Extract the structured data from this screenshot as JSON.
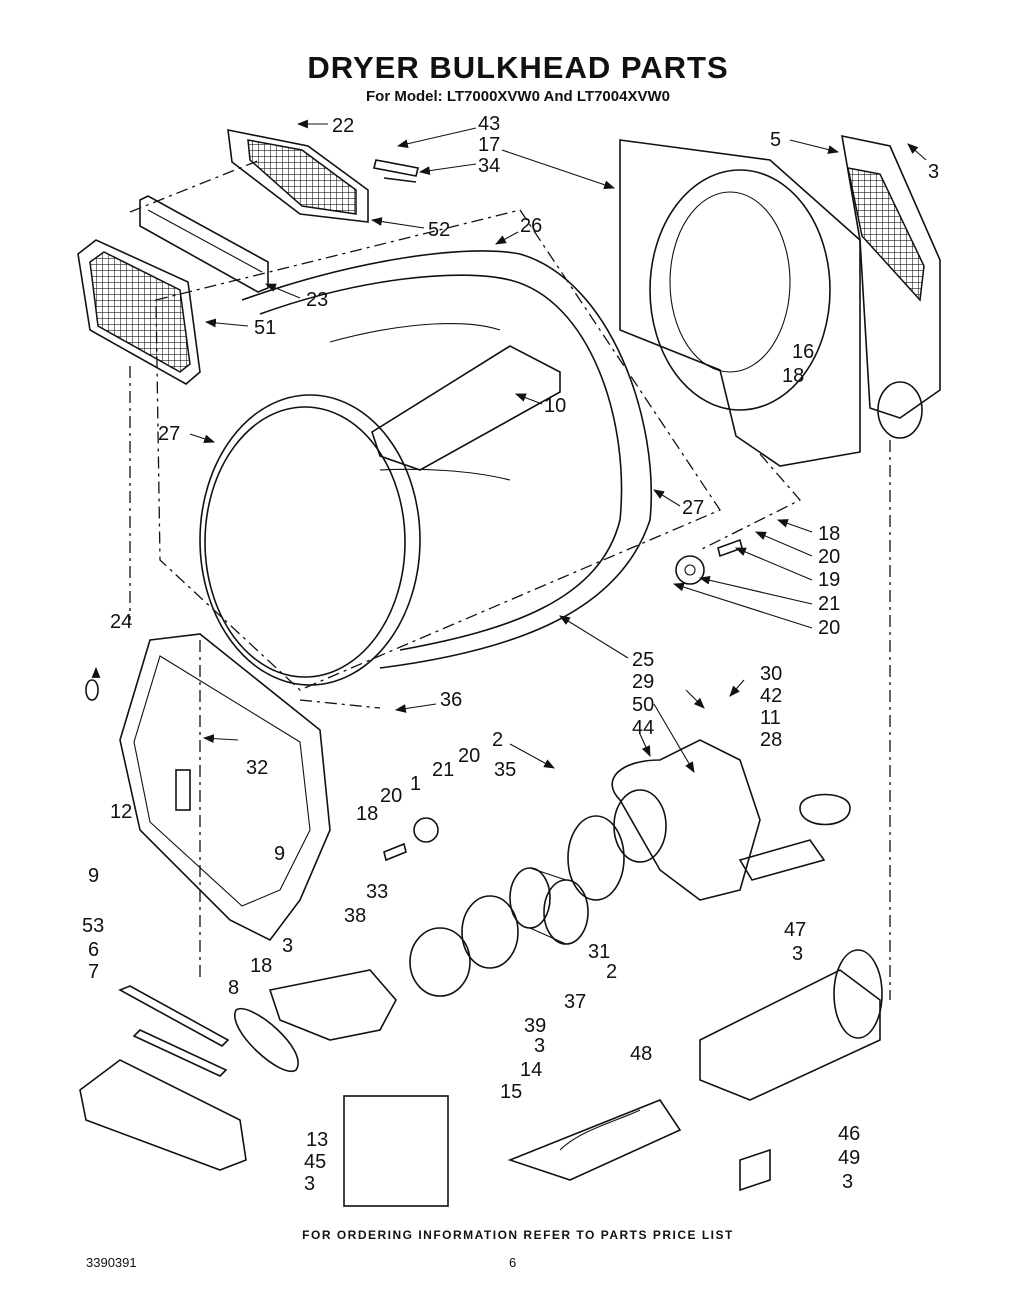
{
  "page": {
    "title": "DRYER BULKHEAD PARTS",
    "subtitle": "For Model: LT7000XVW0 And LT7004XVW0",
    "footer": "FOR ORDERING INFORMATION REFER TO PARTS PRICE LIST",
    "document_number": "3390391",
    "page_number": "6"
  },
  "callouts": [
    {
      "id": "c22",
      "label": "22"
    },
    {
      "id": "c43",
      "label": "43"
    },
    {
      "id": "c17",
      "label": "17"
    },
    {
      "id": "c34",
      "label": "34"
    },
    {
      "id": "c5",
      "label": "5"
    },
    {
      "id": "c3a",
      "label": "3"
    },
    {
      "id": "c52",
      "label": "52"
    },
    {
      "id": "c26",
      "label": "26"
    },
    {
      "id": "c23",
      "label": "23"
    },
    {
      "id": "c51",
      "label": "51"
    },
    {
      "id": "c16",
      "label": "16"
    },
    {
      "id": "c18a",
      "label": "18"
    },
    {
      "id": "c10",
      "label": "10"
    },
    {
      "id": "c27a",
      "label": "27"
    },
    {
      "id": "c27b",
      "label": "27"
    },
    {
      "id": "c18b",
      "label": "18"
    },
    {
      "id": "c20a",
      "label": "20"
    },
    {
      "id": "c19",
      "label": "19"
    },
    {
      "id": "c21a",
      "label": "21"
    },
    {
      "id": "c20b",
      "label": "20"
    },
    {
      "id": "c24",
      "label": "24"
    },
    {
      "id": "c25",
      "label": "25"
    },
    {
      "id": "c30",
      "label": "30"
    },
    {
      "id": "c29",
      "label": "29"
    },
    {
      "id": "c42",
      "label": "42"
    },
    {
      "id": "c50",
      "label": "50"
    },
    {
      "id": "c11",
      "label": "11"
    },
    {
      "id": "c44",
      "label": "44"
    },
    {
      "id": "c28",
      "label": "28"
    },
    {
      "id": "c36",
      "label": "36"
    },
    {
      "id": "c2a",
      "label": "2"
    },
    {
      "id": "c20c",
      "label": "20"
    },
    {
      "id": "c21b",
      "label": "21"
    },
    {
      "id": "c32",
      "label": "32"
    },
    {
      "id": "c1",
      "label": "1"
    },
    {
      "id": "c20d",
      "label": "20"
    },
    {
      "id": "c35",
      "label": "35"
    },
    {
      "id": "c12",
      "label": "12"
    },
    {
      "id": "c18c",
      "label": "18"
    },
    {
      "id": "c9a",
      "label": "9"
    },
    {
      "id": "c9b",
      "label": "9"
    },
    {
      "id": "c53",
      "label": "53"
    },
    {
      "id": "c33",
      "label": "33"
    },
    {
      "id": "c38",
      "label": "38"
    },
    {
      "id": "c6",
      "label": "6"
    },
    {
      "id": "c3b",
      "label": "3"
    },
    {
      "id": "c18d",
      "label": "18"
    },
    {
      "id": "c7",
      "label": "7"
    },
    {
      "id": "c8",
      "label": "8"
    },
    {
      "id": "c31",
      "label": "31"
    },
    {
      "id": "c47",
      "label": "47"
    },
    {
      "id": "c3c",
      "label": "3"
    },
    {
      "id": "c2b",
      "label": "2"
    },
    {
      "id": "c37",
      "label": "37"
    },
    {
      "id": "c39",
      "label": "39"
    },
    {
      "id": "c3d",
      "label": "3"
    },
    {
      "id": "c48",
      "label": "48"
    },
    {
      "id": "c14",
      "label": "14"
    },
    {
      "id": "c15",
      "label": "15"
    },
    {
      "id": "c13",
      "label": "13"
    },
    {
      "id": "c45",
      "label": "45"
    },
    {
      "id": "c3e",
      "label": "3"
    },
    {
      "id": "c46",
      "label": "46"
    },
    {
      "id": "c49",
      "label": "49"
    },
    {
      "id": "c3f",
      "label": "3"
    }
  ]
}
